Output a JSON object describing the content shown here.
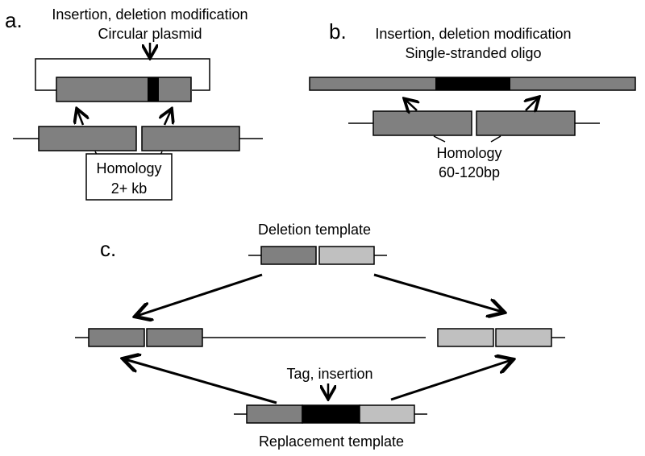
{
  "panels": {
    "a": {
      "label": "a.",
      "title_line1": "Insertion, deletion modification",
      "title_line2": "Circular plasmid",
      "homology_line1": "Homology",
      "homology_line2": "2+ kb"
    },
    "b": {
      "label": "b.",
      "title_line1": "Insertion, deletion modification",
      "title_line2": "Single-stranded oligo",
      "homology_line1": "Homology",
      "homology_line2": "60-120bp"
    },
    "c": {
      "label": "c.",
      "deletion_label": "Deletion template",
      "tag_label": "Tag, insertion",
      "replacement_label": "Replacement template"
    }
  },
  "colors": {
    "dark_gray": "#808080",
    "light_gray": "#c0c0c0",
    "black": "#000000",
    "line": "#000000",
    "background": "#ffffff"
  }
}
